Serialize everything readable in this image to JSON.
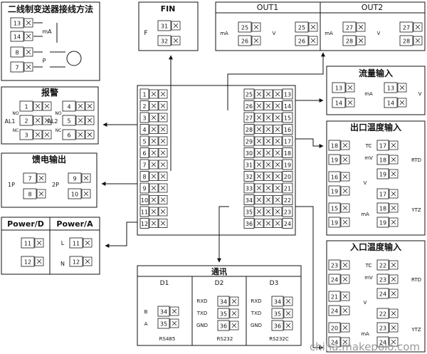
{
  "panels": {
    "two_wire": {
      "title": "二线制变送器接线方法",
      "terms": [
        "13",
        "14",
        "8",
        "7"
      ],
      "ma": "mA",
      "p": "P"
    },
    "alarm": {
      "title": "报警",
      "al1": "AL1",
      "al2": "AL2",
      "no": "NO",
      "nc": "NC",
      "left_terms": [
        "1",
        "2",
        "3"
      ],
      "right_terms": [
        "4",
        "5",
        "6"
      ]
    },
    "feed": {
      "title": "馈电输出",
      "p1": "1P",
      "p2": "2P",
      "left_terms": [
        "7",
        "8"
      ],
      "right_terms": [
        "9",
        "10"
      ]
    },
    "power": {
      "title_d": "Power/D",
      "title_a": "Power/A",
      "d_terms": [
        "11",
        "12"
      ],
      "a_terms": [
        "11",
        "12"
      ],
      "l": "L",
      "n": "N"
    },
    "fin": {
      "title": "FIN",
      "f": "F",
      "terms": [
        "31",
        "32"
      ]
    },
    "out1": {
      "title": "OUT1",
      "ma": "mA",
      "v": "V",
      "terms": [
        "25",
        "26"
      ]
    },
    "out2": {
      "title": "OUT2",
      "ma": "mA",
      "v": "V",
      "terms": [
        "27",
        "28"
      ]
    },
    "flow": {
      "title": "流量输入",
      "ma": "mA",
      "v": "V",
      "terms": [
        "13",
        "14"
      ]
    },
    "outlet": {
      "title": "出口温度输入",
      "tc": "TC",
      "mv": "mV",
      "v": "V",
      "ma": "mA",
      "rtd": "RTD",
      "ytz": "YTZ",
      "left_terms": [
        "18",
        "19",
        "16",
        "19",
        "15",
        "19"
      ],
      "right_terms": [
        "17",
        "18",
        "19",
        "17",
        "18",
        "19"
      ]
    },
    "inlet": {
      "title": "入口温度输入",
      "tc": "TC",
      "mv": "mV",
      "v": "V",
      "ma": "mA",
      "rtd": "RTD",
      "ytz": "YTZ",
      "left_terms": [
        "23",
        "24",
        "21",
        "24",
        "20",
        "24"
      ],
      "right_terms": [
        "22",
        "23",
        "24",
        "22",
        "23",
        "24"
      ]
    },
    "comm": {
      "title": "通讯",
      "d1": "D1",
      "d2": "D2",
      "d3": "D3",
      "b": "B",
      "a": "A",
      "rs485": "RS485",
      "rxd": "RXD",
      "txd": "TXD",
      "gnd": "GND",
      "rs232": "RS232",
      "rs232c": "RS232C",
      "terms": [
        "34",
        "35",
        "36"
      ]
    }
  },
  "center": {
    "left_terms": [
      "1",
      "2",
      "3",
      "4",
      "5",
      "6",
      "7",
      "8",
      "9",
      "10",
      "11",
      "12"
    ],
    "right_inner": [
      "25",
      "26",
      "27",
      "28",
      "29",
      "30",
      "31",
      "32",
      "33",
      "34",
      "35",
      "36"
    ],
    "right_outer": [
      "13",
      "14",
      "15",
      "16",
      "17",
      "18",
      "19",
      "20",
      "21",
      "22",
      "23",
      "24"
    ]
  },
  "watermark": "china.makepolo.com"
}
